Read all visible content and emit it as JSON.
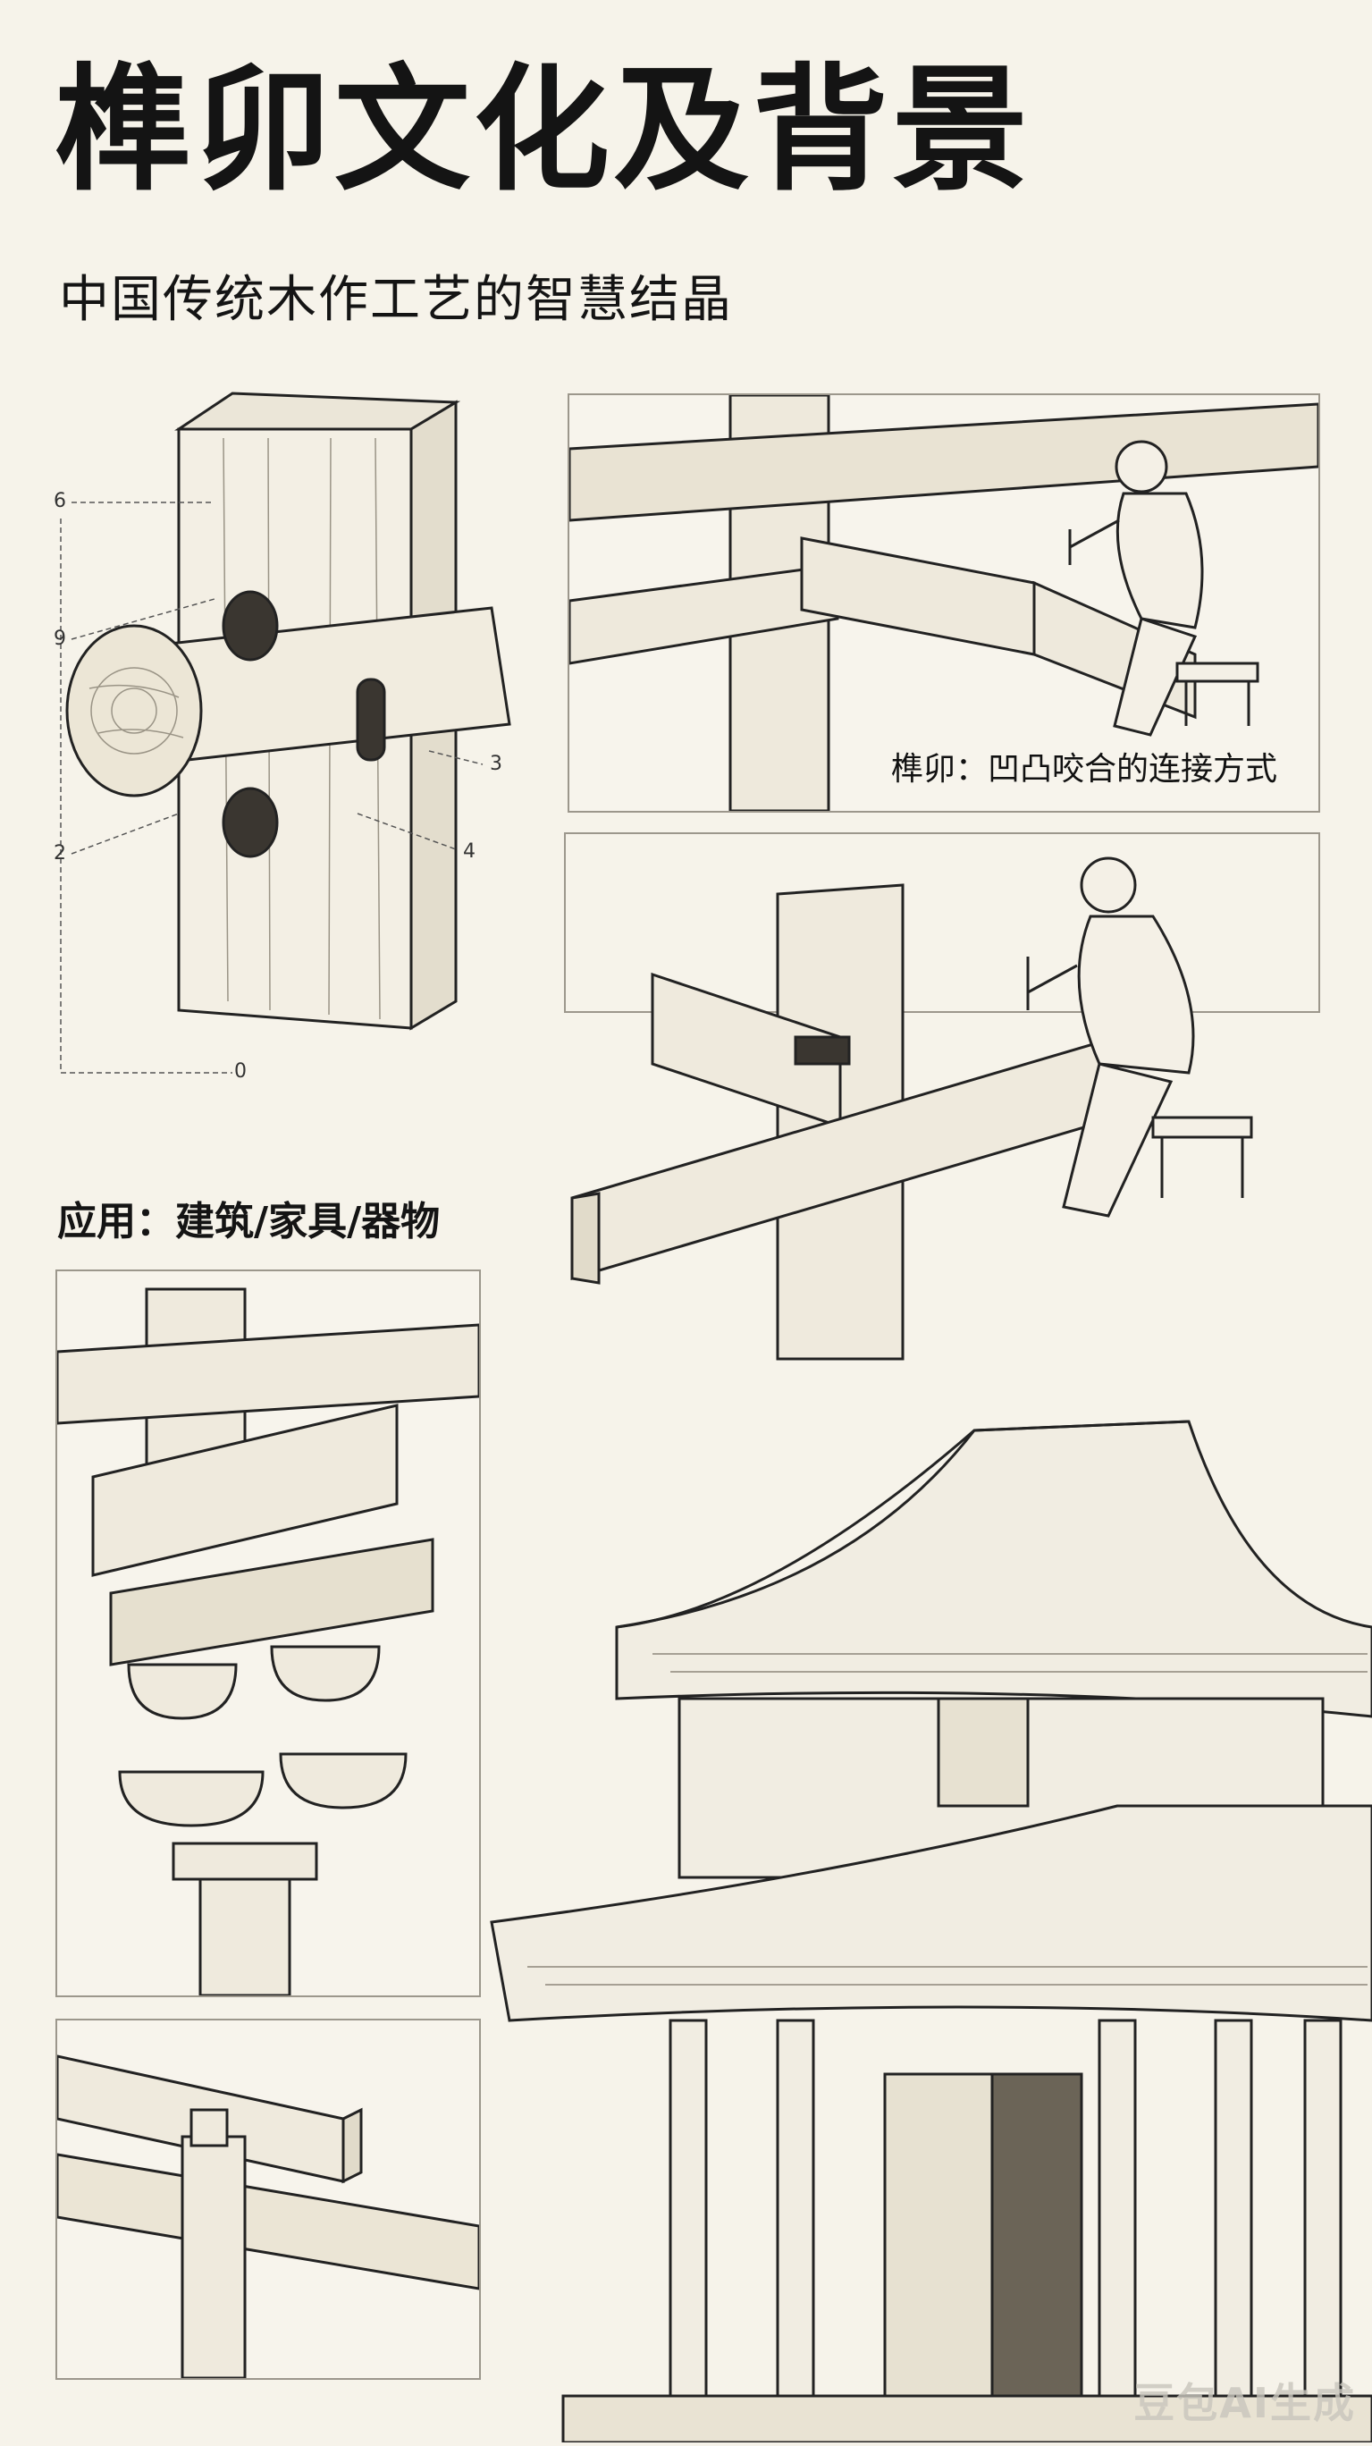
{
  "header": {
    "title": "榫卯文化及背景",
    "subtitle": "中国传统木作工艺的智慧结晶"
  },
  "diagram": {
    "callouts": [
      "6",
      "9",
      "3",
      "2",
      "4",
      "0"
    ]
  },
  "panels": {
    "craftsman_1_caption": "榫卯：凹凸咬合的连接方式"
  },
  "section": {
    "applications_label": "应用：建筑/家具/器物"
  },
  "watermark": "豆包AI生成",
  "colors": {
    "background": "#f6f3ea",
    "ink": "#141414",
    "panel_border": "#9c978c"
  },
  "icons": [
    "mortise-tenon-joint-illustration",
    "craftsman-chiseling-illustration",
    "dougong-bracket-illustration",
    "beam-joint-illustration",
    "pavilion-illustration"
  ]
}
